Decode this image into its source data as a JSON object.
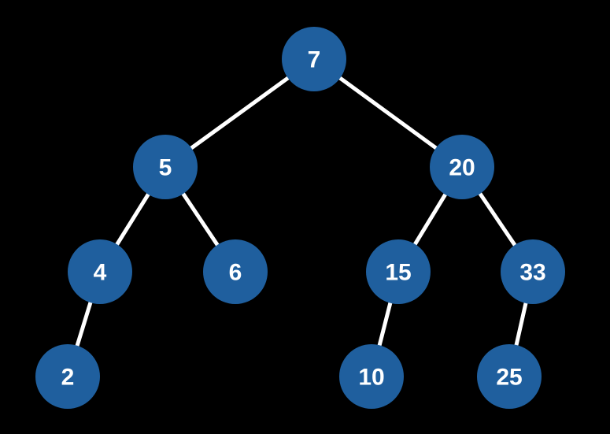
{
  "diagram": {
    "type": "binary-search-tree",
    "colors": {
      "background": "#000000",
      "node_fill": "#1f5f9e",
      "node_text": "#ffffff",
      "edge": "#ffffff"
    },
    "nodes": [
      {
        "id": "n7",
        "label": "7"
      },
      {
        "id": "n5",
        "label": "5"
      },
      {
        "id": "n20",
        "label": "20"
      },
      {
        "id": "n4",
        "label": "4"
      },
      {
        "id": "n6",
        "label": "6"
      },
      {
        "id": "n15",
        "label": "15"
      },
      {
        "id": "n33",
        "label": "33"
      },
      {
        "id": "n2",
        "label": "2"
      },
      {
        "id": "n10",
        "label": "10"
      },
      {
        "id": "n25",
        "label": "25"
      }
    ],
    "edges": [
      {
        "from": "n7",
        "to": "n5"
      },
      {
        "from": "n7",
        "to": "n20"
      },
      {
        "from": "n5",
        "to": "n4"
      },
      {
        "from": "n5",
        "to": "n6"
      },
      {
        "from": "n20",
        "to": "n15"
      },
      {
        "from": "n20",
        "to": "n33"
      },
      {
        "from": "n4",
        "to": "n2"
      },
      {
        "from": "n15",
        "to": "n10"
      },
      {
        "from": "n33",
        "to": "n25"
      }
    ]
  }
}
